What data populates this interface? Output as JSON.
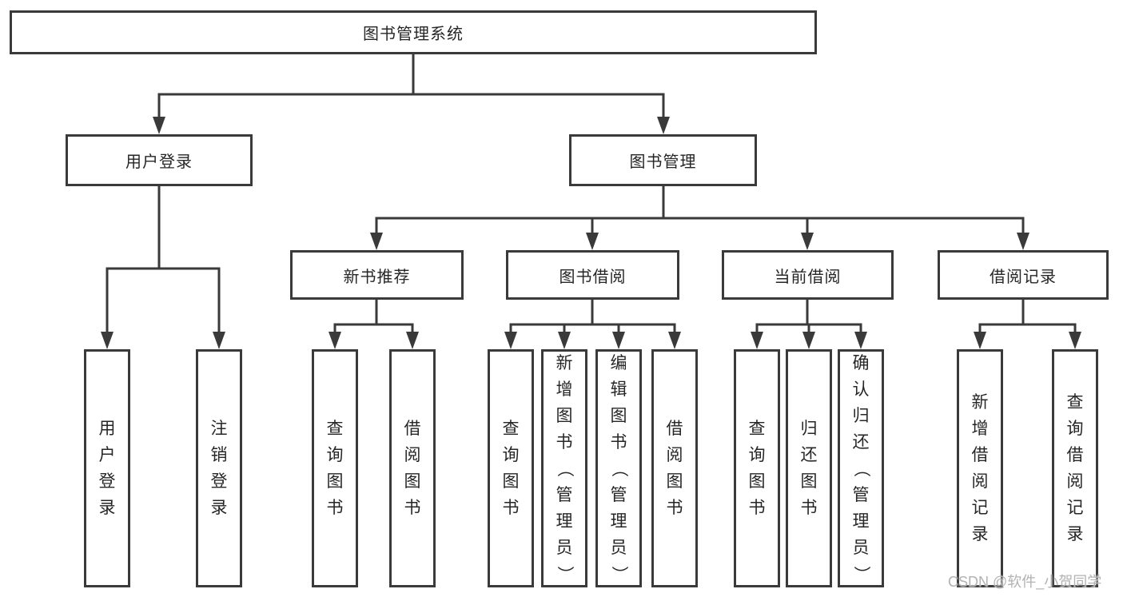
{
  "nodes": {
    "root": "图书管理系统",
    "user_login": "用户登录",
    "book_mgmt": "图书管理",
    "new_book_rec": "新书推荐",
    "book_borrow": "图书借阅",
    "current_borrow": "当前借阅",
    "borrow_records": "借阅记录",
    "leaf_user_login": "用户登录",
    "leaf_logout": "注销登录",
    "leaf_rec_query": "查询图书",
    "leaf_rec_borrow": "借阅图书",
    "leaf_bb_query": "查询图书",
    "leaf_bb_add": "新增图书（管理员）",
    "leaf_bb_edit": "编辑图书（管理员）",
    "leaf_bb_borrow": "借阅图书",
    "leaf_cb_query": "查询图书",
    "leaf_cb_return": "归还图书",
    "leaf_cb_confirm": "确认归还（管理员）",
    "leaf_br_add": "新增借阅记录",
    "leaf_br_query": "查询借阅记录"
  },
  "colors": {
    "line": "#3a3a3a",
    "text": "#262626",
    "watermark": "#b2b2b2",
    "background": "#ffffff"
  },
  "watermark": "CSDN @软件_小贺同学"
}
